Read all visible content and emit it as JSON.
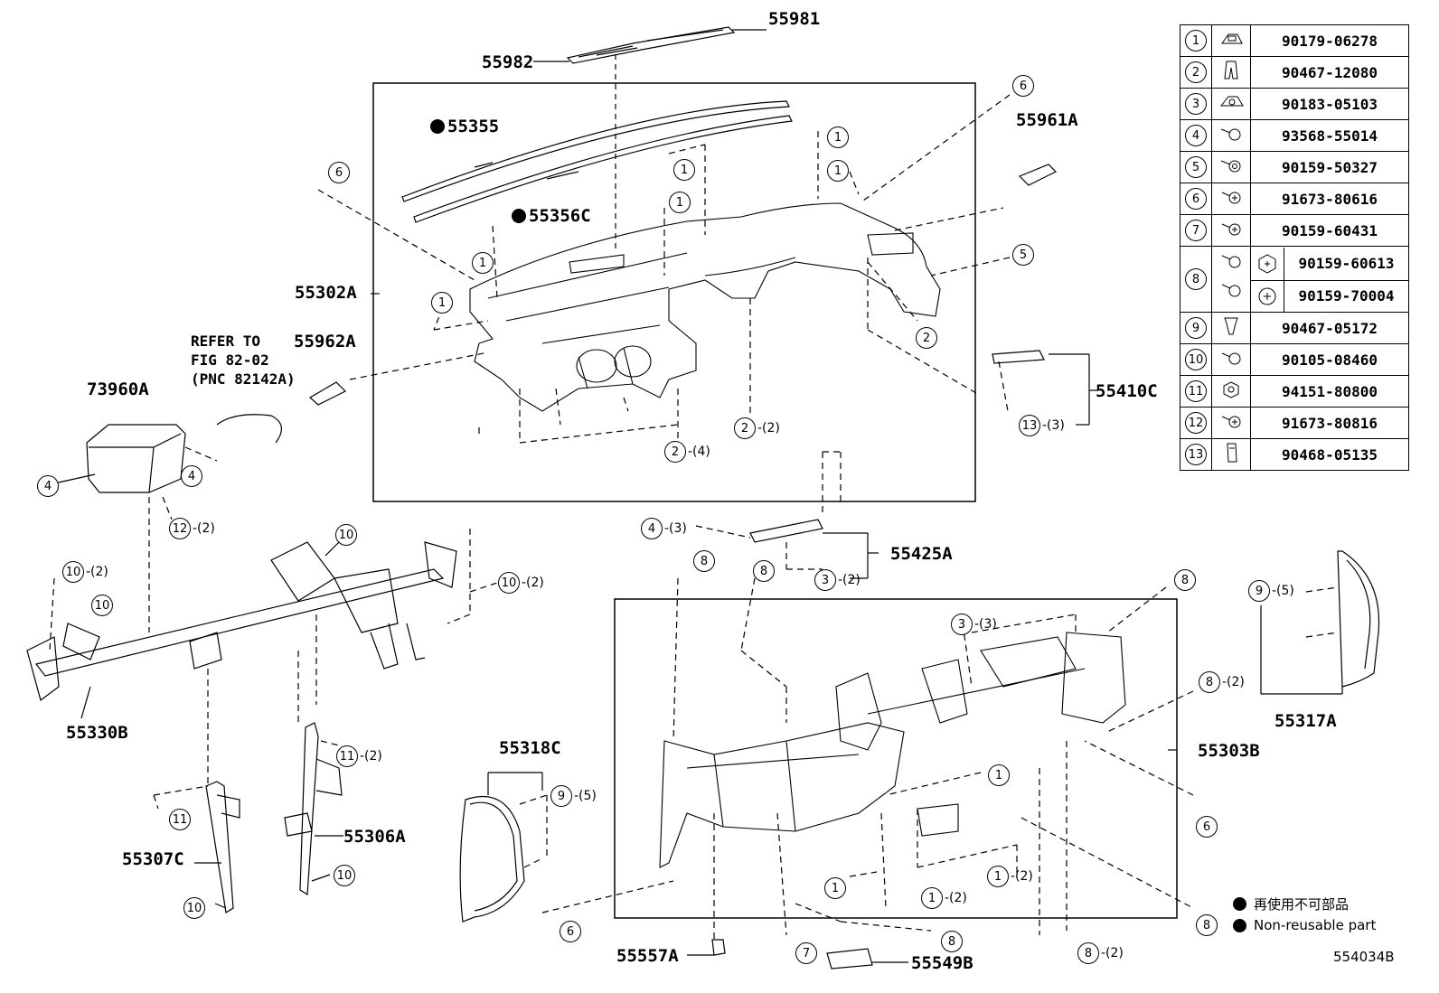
{
  "parts": {
    "p55981": "55981",
    "p55982": "55982",
    "p55355": "55355",
    "p55356C": "55356C",
    "p55961A": "55961A",
    "p55302A": "55302A",
    "p55962A": "55962A",
    "p73960A": "73960A",
    "p55410C": "55410C",
    "p55425A": "55425A",
    "p55330B": "55330B",
    "p55318C": "55318C",
    "p55317A": "55317A",
    "p55303B": "55303B",
    "p55306A": "55306A",
    "p55307C": "55307C",
    "p55557A": "55557A",
    "p55549B": "55549B"
  },
  "refer_note": "REFER TO\nFIG 82-02\n(PNC 82142A)",
  "fasteners": [
    {
      "no": "1",
      "icon": "clip-nut-icon",
      "part": "90179-06278"
    },
    {
      "no": "2",
      "icon": "clip-icon",
      "part": "90467-12080"
    },
    {
      "no": "3",
      "icon": "clip-nut-icon",
      "part": "90183-05103"
    },
    {
      "no": "4",
      "icon": "bolt-icon",
      "part": "93568-55014"
    },
    {
      "no": "5",
      "icon": "bolt-icon",
      "part": "90159-50327"
    },
    {
      "no": "6",
      "icon": "screw-icon",
      "part": "91673-80616"
    },
    {
      "no": "7",
      "icon": "screw-icon",
      "part": "90159-60431"
    },
    {
      "no": "8",
      "icon": "screw-icon",
      "part": "90159-60613",
      "part2": "90159-70004"
    },
    {
      "no": "9",
      "icon": "push-clip-icon",
      "part": "90467-05172"
    },
    {
      "no": "10",
      "icon": "bolt-icon",
      "part": "90105-08460"
    },
    {
      "no": "11",
      "icon": "nut-icon",
      "part": "94151-80800"
    },
    {
      "no": "12",
      "icon": "screw-icon",
      "part": "91673-80816"
    },
    {
      "no": "13",
      "icon": "clip-icon",
      "part": "90468-05135"
    }
  ],
  "legend": {
    "jp": "再使用不可部品",
    "en": "Non-reusable part"
  },
  "figure_code": "554034B",
  "callouts": {
    "c1": {
      "n": "1",
      "q": ""
    },
    "c2": {
      "n": "1",
      "q": ""
    },
    "c3": {
      "n": "1",
      "q": ""
    },
    "c4": {
      "n": "1",
      "q": ""
    },
    "c5": {
      "n": "1",
      "q": ""
    },
    "c6": {
      "n": "1",
      "q": ""
    },
    "c7": {
      "n": "6",
      "q": ""
    },
    "c8": {
      "n": "6",
      "q": ""
    },
    "c9": {
      "n": "5",
      "q": ""
    },
    "c10": {
      "n": "2",
      "q": ""
    },
    "c11": {
      "n": "2",
      "q": "-(2)"
    },
    "c12": {
      "n": "2",
      "q": "-(4)"
    },
    "c13": {
      "n": "13",
      "q": "-(3)"
    },
    "c14": {
      "n": "4",
      "q": ""
    },
    "c15": {
      "n": "4",
      "q": ""
    },
    "c16": {
      "n": "12",
      "q": "-(2)"
    },
    "c17": {
      "n": "10",
      "q": ""
    },
    "c18": {
      "n": "10",
      "q": "-(2)"
    },
    "c19": {
      "n": "10",
      "q": ""
    },
    "c20": {
      "n": "10",
      "q": "-(2)"
    },
    "c21": {
      "n": "4",
      "q": "-(3)"
    },
    "c22": {
      "n": "3",
      "q": "-(2)"
    },
    "c23": {
      "n": "8",
      "q": ""
    },
    "c24": {
      "n": "8",
      "q": ""
    },
    "c25": {
      "n": "8",
      "q": ""
    },
    "c26": {
      "n": "3",
      "q": "-(3)"
    },
    "c27": {
      "n": "9",
      "q": "-(5)"
    },
    "c28": {
      "n": "8",
      "q": "-(2)"
    },
    "c29": {
      "n": "11",
      "q": "-(2)"
    },
    "c30": {
      "n": "11",
      "q": ""
    },
    "c31": {
      "n": "10",
      "q": ""
    },
    "c32": {
      "n": "10",
      "q": ""
    },
    "c33": {
      "n": "9",
      "q": "-(5)"
    },
    "c34": {
      "n": "1",
      "q": ""
    },
    "c35": {
      "n": "6",
      "q": ""
    },
    "c36": {
      "n": "1",
      "q": "-(2)"
    },
    "c37": {
      "n": "1",
      "q": ""
    },
    "c38": {
      "n": "1",
      "q": "-(2)"
    },
    "c39": {
      "n": "8",
      "q": ""
    },
    "c40": {
      "n": "8",
      "q": "-(2)"
    },
    "c41": {
      "n": "8",
      "q": ""
    },
    "c42": {
      "n": "7",
      "q": ""
    },
    "c43": {
      "n": "6",
      "q": ""
    }
  }
}
